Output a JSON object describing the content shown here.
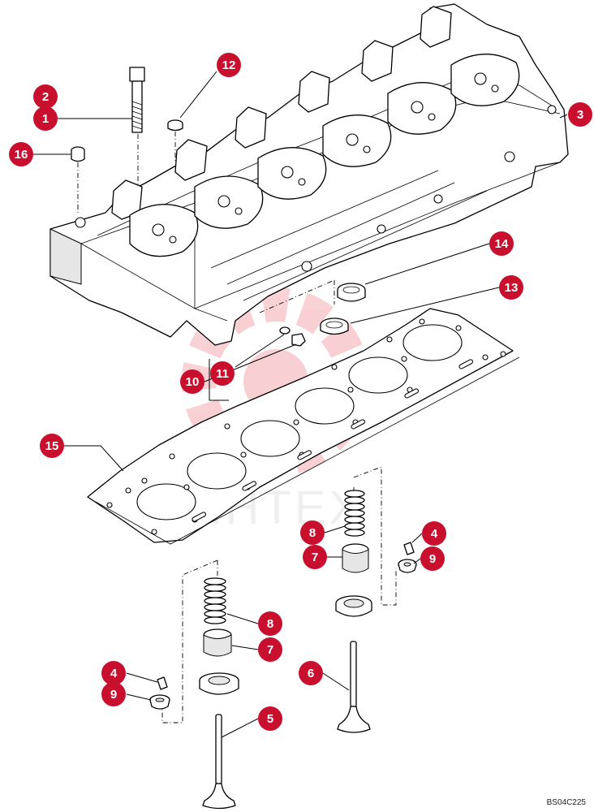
{
  "figure": {
    "reference_code": "BS04C225",
    "watermark_text": "ИНТЕХ",
    "callout_color": "#c8102e"
  },
  "callouts": [
    {
      "id": "c1",
      "label": "1"
    },
    {
      "id": "c2",
      "label": "2"
    },
    {
      "id": "c3",
      "label": "3"
    },
    {
      "id": "c4a",
      "label": "4"
    },
    {
      "id": "c4b",
      "label": "4"
    },
    {
      "id": "c5",
      "label": "5"
    },
    {
      "id": "c6",
      "label": "6"
    },
    {
      "id": "c7a",
      "label": "7"
    },
    {
      "id": "c7b",
      "label": "7"
    },
    {
      "id": "c8a",
      "label": "8"
    },
    {
      "id": "c8b",
      "label": "8"
    },
    {
      "id": "c9a",
      "label": "9"
    },
    {
      "id": "c9b",
      "label": "9"
    },
    {
      "id": "c10",
      "label": "10"
    },
    {
      "id": "c11",
      "label": "11"
    },
    {
      "id": "c12",
      "label": "12"
    },
    {
      "id": "c13",
      "label": "13"
    },
    {
      "id": "c14",
      "label": "14"
    },
    {
      "id": "c15",
      "label": "15"
    },
    {
      "id": "c16",
      "label": "16"
    }
  ]
}
